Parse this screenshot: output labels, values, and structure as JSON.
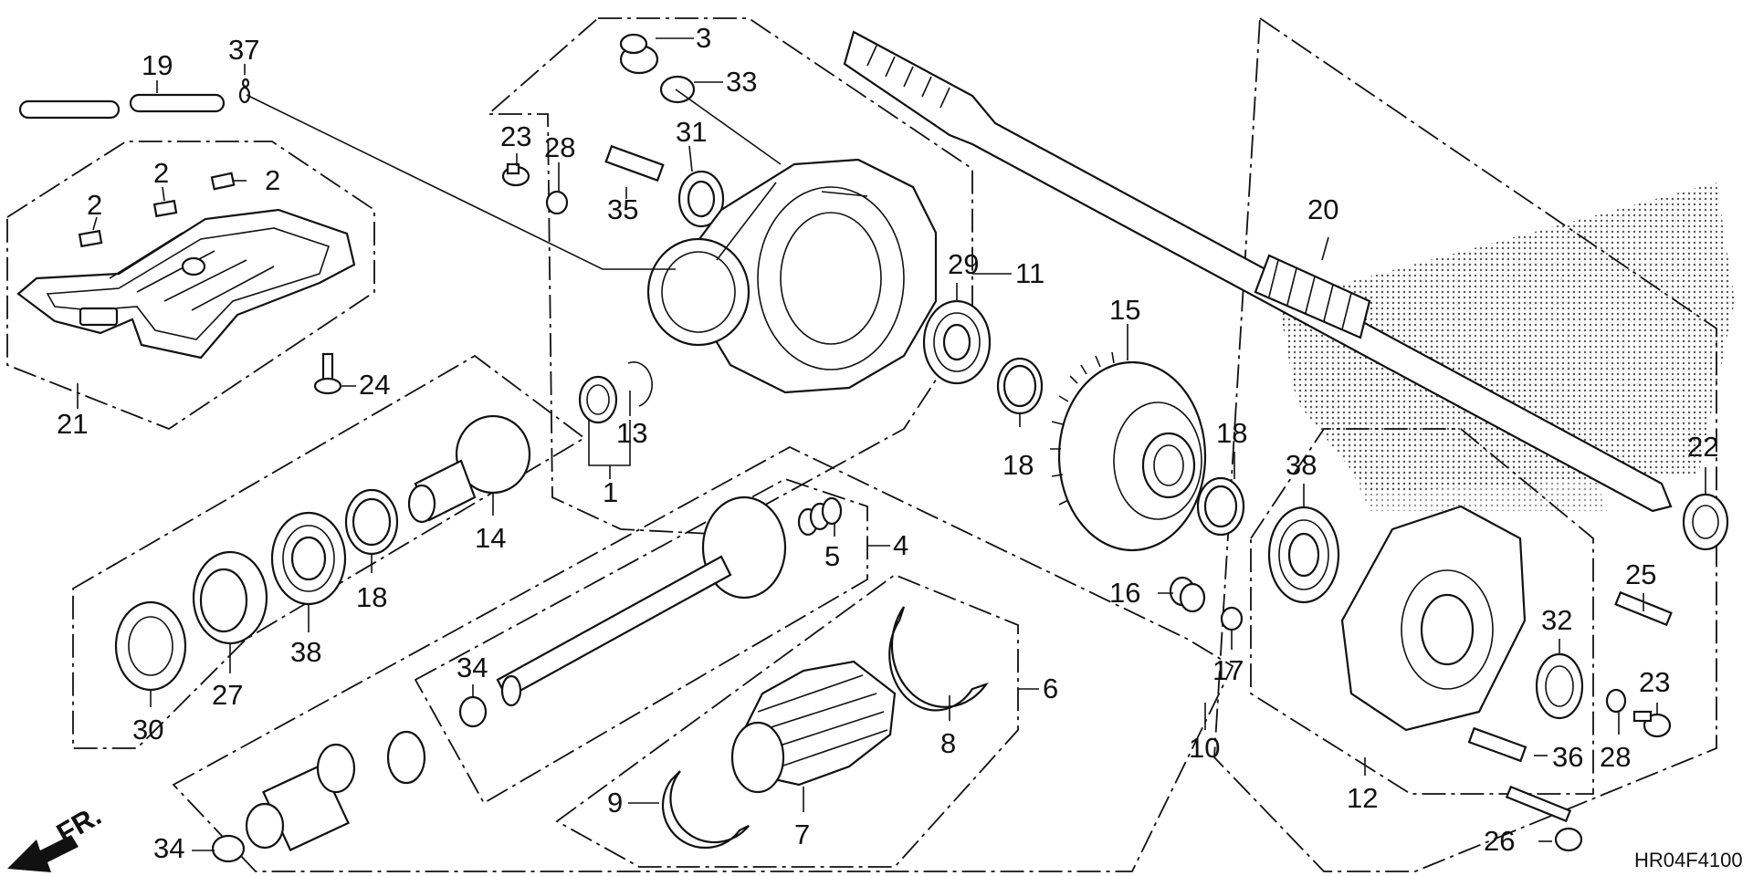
{
  "diagram": {
    "code": "HR04F4100",
    "direction": "FR.",
    "callouts": [
      "1",
      "2",
      "3",
      "4",
      "5",
      "6",
      "7",
      "8",
      "9",
      "10",
      "11",
      "12",
      "13",
      "14",
      "15",
      "16",
      "17",
      "18",
      "19",
      "20",
      "21",
      "22",
      "23",
      "24",
      "25",
      "26",
      "27",
      "28",
      "29",
      "30",
      "31",
      "32",
      "33",
      "34",
      "35",
      "36",
      "37",
      "38"
    ]
  }
}
